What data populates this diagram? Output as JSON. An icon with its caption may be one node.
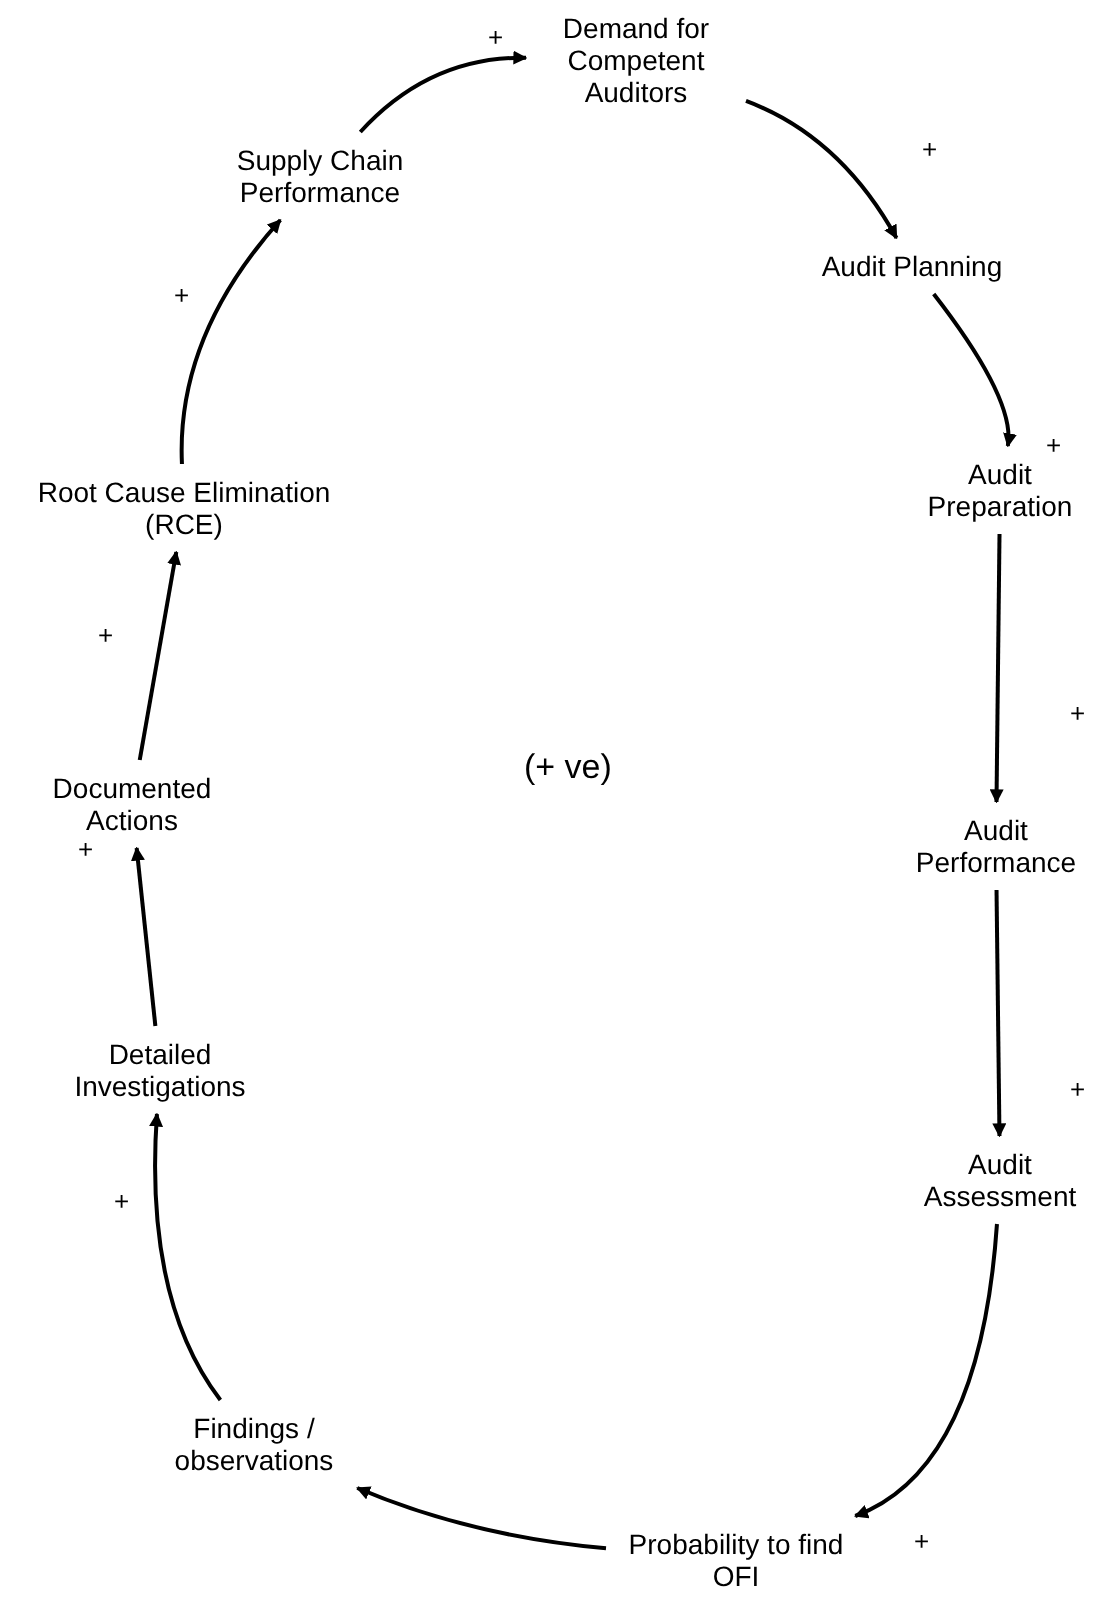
{
  "diagram": {
    "nodes": [
      {
        "text": [
          "Demand for Competent Auditors"
        ]
      },
      {
        "text": [
          "Audit Planning"
        ]
      },
      {
        "text": [
          "Audit Preparation"
        ]
      },
      {
        "text": [
          "Audit Performance"
        ]
      },
      {
        "text": [
          "Audit Assessment"
        ]
      },
      {
        "text": [
          "Probability to find OFI"
        ]
      },
      {
        "text": [
          "Findings / observations"
        ]
      },
      {
        "text": [
          "Detailed Investigations"
        ]
      },
      {
        "text": [
          "Documented Actions"
        ]
      },
      {
        "text": [
          "Root Cause Elimination (RCE)"
        ]
      },
      {
        "text": [
          "Supply Chain Performance"
        ]
      }
    ],
    "edges": [
      {
        "from": 10,
        "to": 0,
        "arrow": "to",
        "label": "+"
      },
      {
        "from": 0,
        "to": 1,
        "arrow": "to",
        "label": "+"
      },
      {
        "from": 1,
        "to": 2,
        "arrow": "to",
        "label": "+"
      },
      {
        "from": 2,
        "to": 3,
        "arrow": "to",
        "label": "+"
      },
      {
        "from": 3,
        "to": 4,
        "arrow": "to",
        "label": "+"
      },
      {
        "from": 4,
        "to": 5,
        "arrow": "to",
        "label": "+"
      },
      {
        "from": 5,
        "to": 6,
        "arrow": "to"
      },
      {
        "from": 6,
        "to": 7,
        "arrow": "to",
        "label": "+"
      },
      {
        "from": 7,
        "to": 8,
        "arrow": "to",
        "label": "+"
      },
      {
        "from": 8,
        "to": 9,
        "arrow": "to",
        "label": "+"
      },
      {
        "from": 9,
        "to": 10,
        "arrow": "to",
        "label": "+"
      }
    ],
    "labels": [
      "(+ ve)"
    ]
  }
}
